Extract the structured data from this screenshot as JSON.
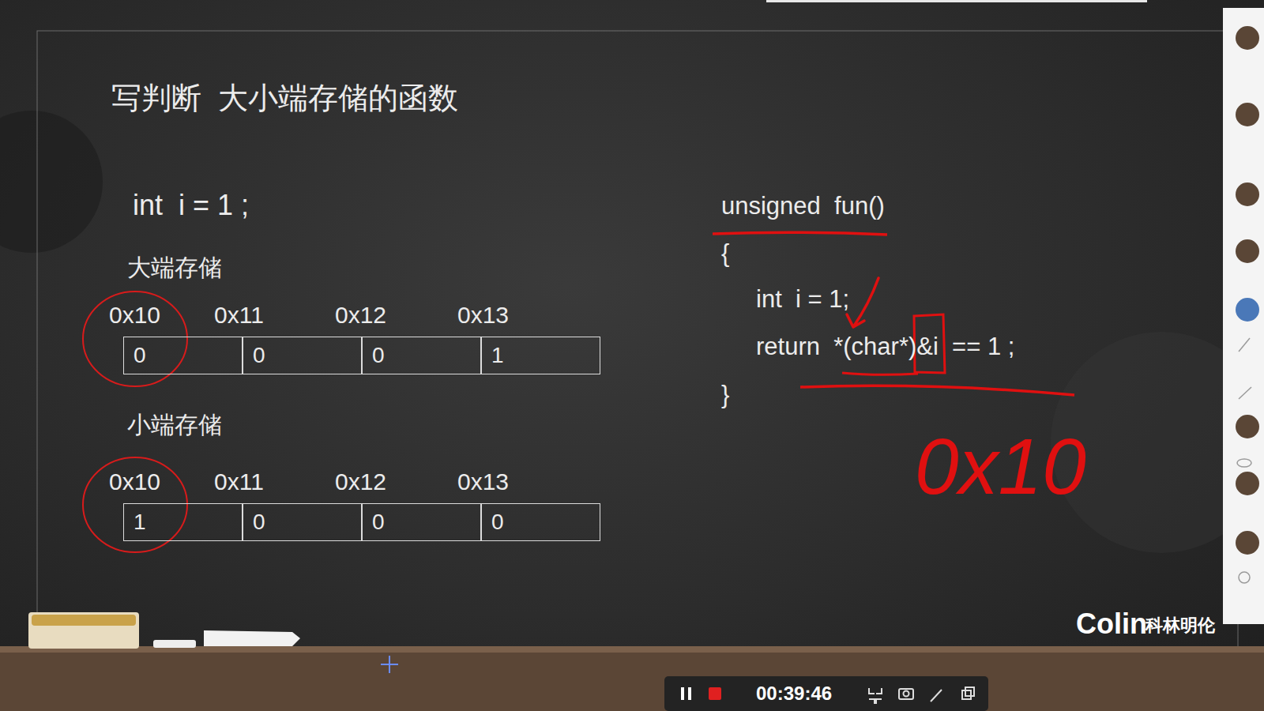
{
  "diagram": {
    "title": "写判断  大小端存储的函数",
    "nodes": [
      {
        "text": [
          "0x10",
          "0"
        ]
      },
      {
        "text": [
          "0x11",
          "0"
        ]
      },
      {
        "text": [
          "0x12",
          "0"
        ]
      },
      {
        "text": [
          "0x13",
          "1"
        ]
      },
      {
        "text": [
          "0x10",
          "1"
        ]
      },
      {
        "text": [
          "0x11",
          "0"
        ]
      },
      {
        "text": [
          "0x12",
          "0"
        ]
      },
      {
        "text": [
          "0x13",
          "0"
        ]
      }
    ],
    "labels": [
      "int  i = 1 ;",
      "大端存储",
      "小端存储",
      "unsigned  fun()",
      "{",
      "int  i = 1;",
      "return  *(char*)&i  == 1 ;",
      "}",
      "0x10",
      "Colin",
      "科林明伦",
      "00:39:46"
    ]
  }
}
